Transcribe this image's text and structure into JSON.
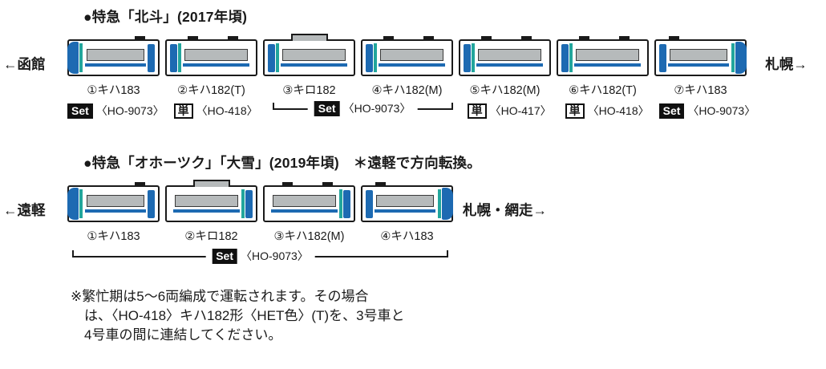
{
  "colors": {
    "blue": "#1d6ab2",
    "teal": "#22a69c",
    "gray": "#b6babb"
  },
  "section1": {
    "title": "●特急「北斗」(2017年頃)",
    "left_label": "←函館",
    "right_label": "札幌→",
    "cars": [
      {
        "label": "①キハ183"
      },
      {
        "label": "②キハ182(T)"
      },
      {
        "label": "③キロ182"
      },
      {
        "label": "④キハ182(M)"
      },
      {
        "label": "⑤キハ182(M)"
      },
      {
        "label": "⑥キハ182(T)"
      },
      {
        "label": "⑦キハ183"
      }
    ],
    "sets": [
      {
        "badge": "Set",
        "product": "〈HO-9073〉"
      },
      {
        "badge": "単",
        "product": "〈HO-418〉"
      },
      {
        "badge": "Set",
        "product": "〈HO-9073〉"
      },
      {
        "badge": "単",
        "product": "〈HO-417〉"
      },
      {
        "badge": "単",
        "product": "〈HO-418〉"
      },
      {
        "badge": "Set",
        "product": "〈HO-9073〉"
      }
    ]
  },
  "section2": {
    "title": "●特急「オホーツク」「大雪」(2019年頃)　＊遠軽で方向転換。",
    "left_label": "←遠軽",
    "right_label": "札幌・網走→",
    "cars": [
      {
        "label": "①キハ183"
      },
      {
        "label": "②キロ182"
      },
      {
        "label": "③キハ182(M)"
      },
      {
        "label": "④キハ183"
      }
    ],
    "set": {
      "badge": "Set",
      "product": "〈HO-9073〉"
    }
  },
  "note": {
    "lines": [
      "※繁忙期は5～6両編成で運転されます。その場合",
      "は、〈HO-418〉キハ182形〈HET色〉(T)を、3号車と",
      "4号車の間に連結してください。"
    ]
  }
}
